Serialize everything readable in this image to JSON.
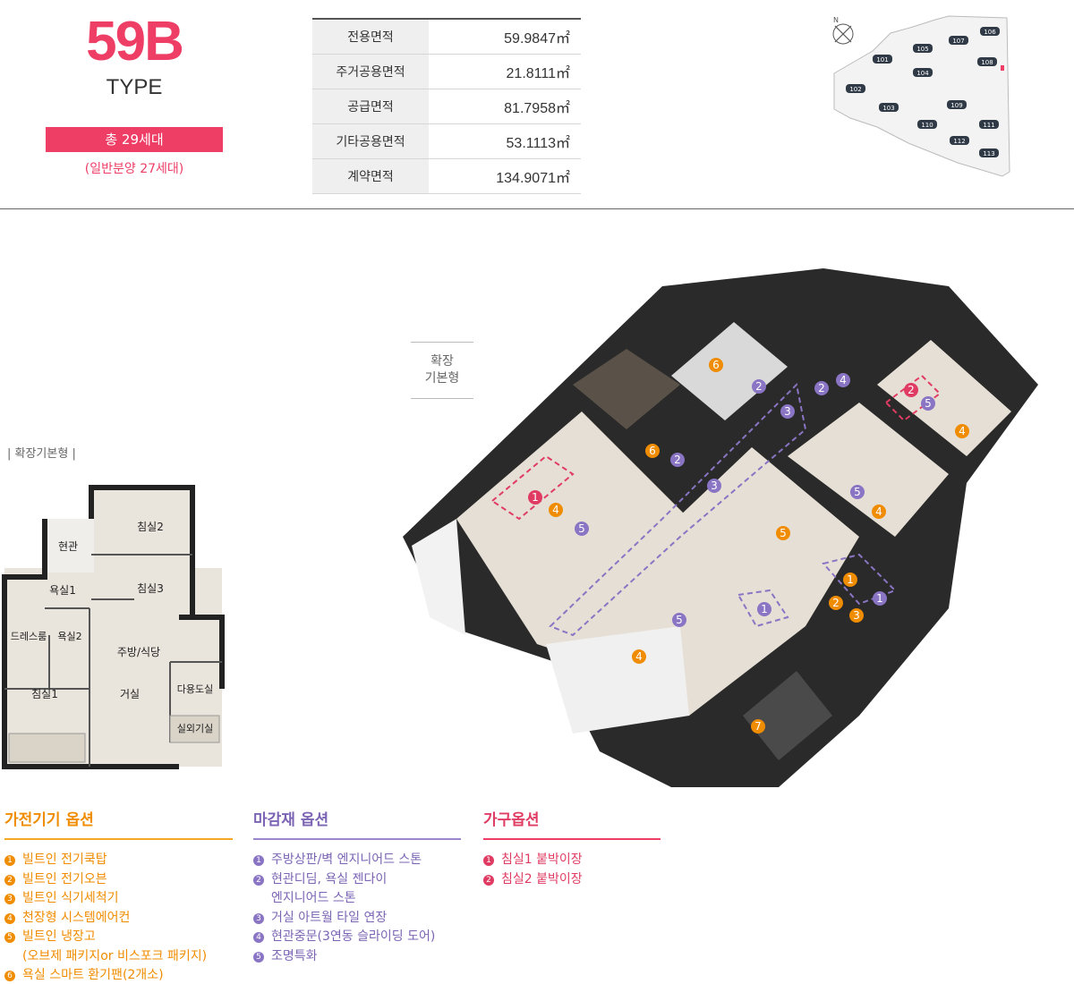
{
  "type": {
    "code": "59B",
    "word": "TYPE",
    "units": "총 29세대",
    "units_sub": "(일반분양 27세대)"
  },
  "areas": [
    {
      "label": "전용면적",
      "value": "59.9847㎡"
    },
    {
      "label": "주거공용면적",
      "value": "21.8111㎡"
    },
    {
      "label": "공급면적",
      "value": "81.7958㎡"
    },
    {
      "label": "기타공용면적",
      "value": "53.1113㎡"
    },
    {
      "label": "계약면적",
      "value": "134.9071㎡"
    }
  ],
  "keymap": {
    "compass": "N",
    "buildings": [
      "101",
      "102",
      "103",
      "104",
      "105",
      "106",
      "107",
      "108",
      "109",
      "110",
      "111",
      "112",
      "113"
    ]
  },
  "plan": {
    "label": "| 확장기본형 |",
    "rooms": [
      "침실2",
      "현관",
      "욕실1",
      "침실3",
      "드레스룸",
      "욕실2",
      "주방/식당",
      "침실1",
      "거실",
      "다용도실",
      "실외기실"
    ]
  },
  "ext_badge": {
    "line1": "확장",
    "line2": "기본형"
  },
  "options": {
    "appliance": {
      "title": "가전기기 옵션",
      "items": [
        {
          "num": "1",
          "text": "빌트인 전기쿡탑"
        },
        {
          "num": "2",
          "text": "빌트인 전기오븐"
        },
        {
          "num": "3",
          "text": "빌트인 식기세척기"
        },
        {
          "num": "4",
          "text": "천장형 시스템에어컨"
        },
        {
          "num": "5",
          "text": "빌트인 냉장고",
          "text2": "(오브제 패키지or 비스포크 패키지)"
        },
        {
          "num": "6",
          "text": "욕실 스마트 환기팬(2개소)"
        }
      ]
    },
    "finish": {
      "title": "마감재 옵션",
      "items": [
        {
          "num": "1",
          "text": "주방상판/벽 엔지니어드 스톤"
        },
        {
          "num": "2",
          "text": "현관디딤, 욕실 젠다이",
          "text2": "엔지니어드 스톤"
        },
        {
          "num": "3",
          "text": "거실 아트월 타일 연장"
        },
        {
          "num": "4",
          "text": "현관중문(3연동 슬라이딩 도어)"
        },
        {
          "num": "5",
          "text": "조명특화"
        }
      ]
    },
    "furniture": {
      "title": "가구옵션",
      "items": [
        {
          "num": "1",
          "text": "침실1 붙박이장"
        },
        {
          "num": "2",
          "text": "침실2 붙박이장"
        }
      ]
    }
  },
  "colors": {
    "accent": "#ee3e66",
    "appliance": "#f08c00",
    "finish": "#8a74c4",
    "furniture": "#e03c63"
  }
}
